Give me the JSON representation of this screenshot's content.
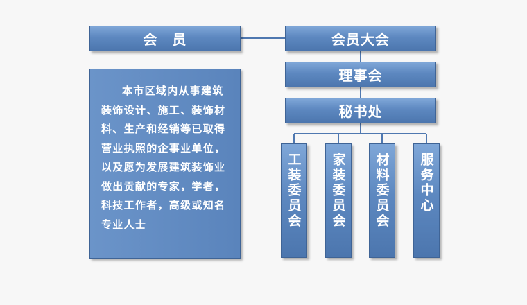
{
  "boxes": {
    "member": "会　员",
    "assembly": "会员大会",
    "council": "理事会",
    "secretariat": "秘书处"
  },
  "member_description": "本市区域内从事建筑装饰设计、施工、装饰材料、生产和经销等已取得营业执照的企事业单位，以及愿为发展建筑装饰业做出贡献的专家，学者，科技工作者，高级或知名专业人士",
  "committees": [
    "工装委员会",
    "家装委员会",
    "材料委员会",
    "服务中心"
  ],
  "colors": {
    "box_fill": "#5d88c0",
    "box_border": "#3f6496",
    "connector": "#4f78b0",
    "text": "#ffffff",
    "background": "#f7f7f7"
  }
}
